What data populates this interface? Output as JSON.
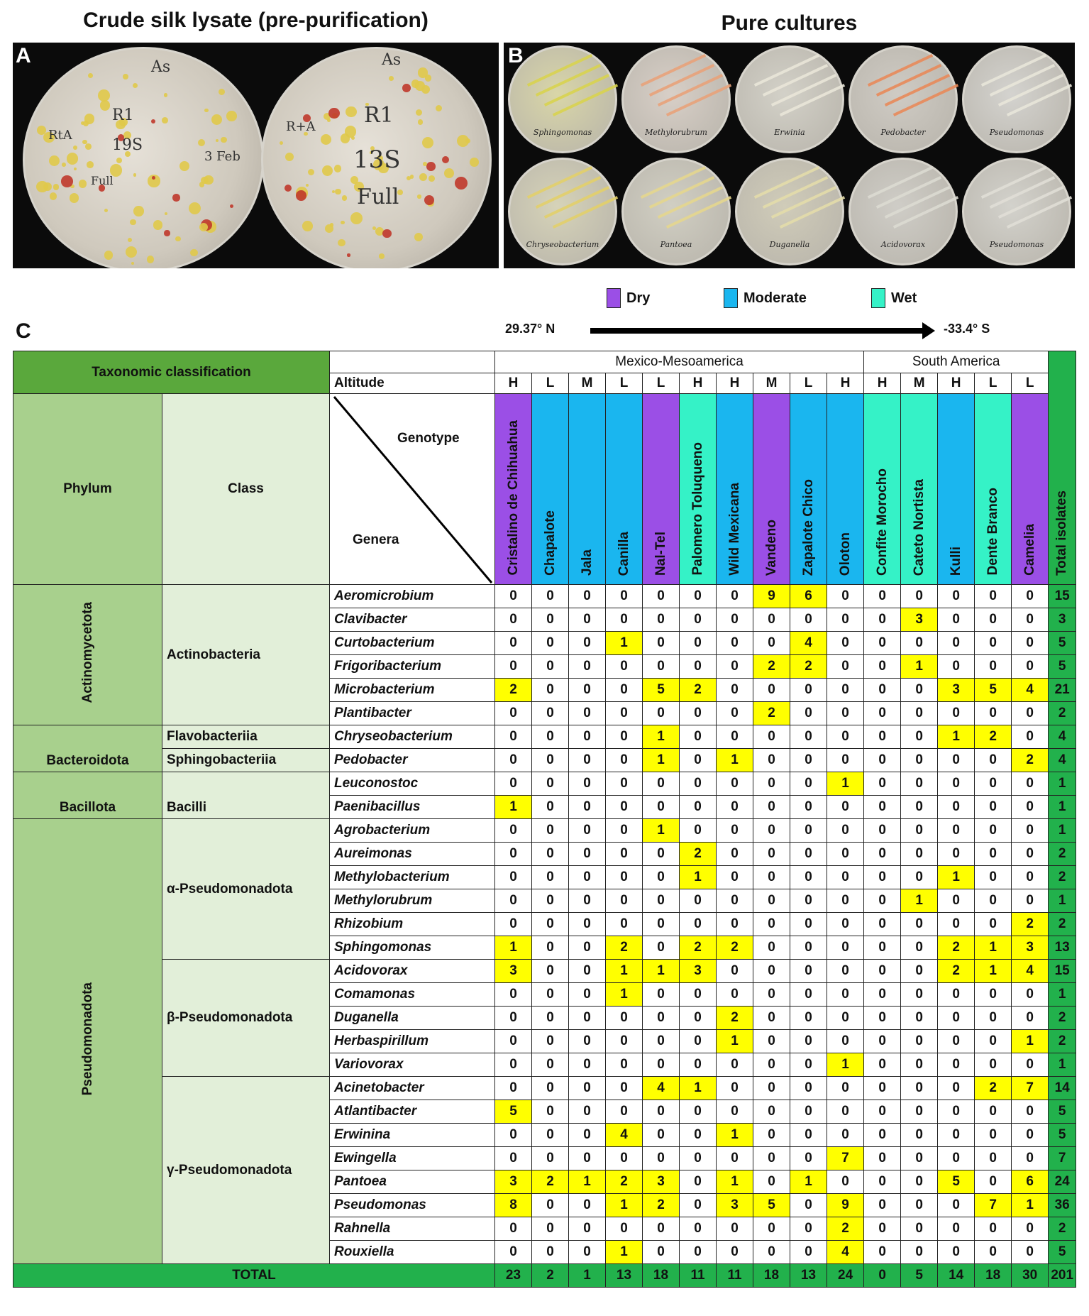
{
  "headings": {
    "crude": "Crude silk lysate (pre-purification)",
    "pure": "Pure cultures"
  },
  "panels": {
    "a": "A",
    "b": "B",
    "c": "C"
  },
  "panel_a_handwriting": {
    "plate1": [
      "As",
      "R1",
      "19S",
      "RtA",
      "Full",
      "3 Feb"
    ],
    "plate2": [
      "As",
      "R1",
      "13S",
      "Full",
      "R+A"
    ]
  },
  "pure_cultures": [
    "Sphingomonas",
    "Methylorubrum",
    "Erwinia",
    "Pedobacter",
    "Pseudomonas",
    "Chryseobacterium",
    "Pantoea",
    "Duganella",
    "Acidovorax",
    "Pseudomonas"
  ],
  "legend": [
    {
      "label": "Dry",
      "color": "#9b4fe6"
    },
    {
      "label": "Moderate",
      "color": "#1ab6ef"
    },
    {
      "label": "Wet",
      "color": "#35f2c7"
    }
  ],
  "gradient": {
    "start": "29.37° N",
    "end": "-33.4° S"
  },
  "table": {
    "tax_header": "Taxonomic classification",
    "altitude_label": "Altitude",
    "region_mexico": "Mexico-Mesoamerica",
    "region_south": "South America",
    "phylum_header": "Phylum",
    "class_header": "Class",
    "genotype_label": "Genotype",
    "genera_label": "Genera",
    "total_isolates": "Total isolates",
    "total_label": "TOTAL",
    "genotypes": [
      {
        "name": "Cristalino de Chihuahua",
        "alt": "H",
        "env": "dry"
      },
      {
        "name": "Chapalote",
        "alt": "L",
        "env": "mod"
      },
      {
        "name": "Jala",
        "alt": "M",
        "env": "mod"
      },
      {
        "name": "Canilla",
        "alt": "L",
        "env": "mod"
      },
      {
        "name": "Nal-Tel",
        "alt": "L",
        "env": "dry"
      },
      {
        "name": "Palomero Toluqueno",
        "alt": "H",
        "env": "wet"
      },
      {
        "name": "Wild Mexicana",
        "alt": "H",
        "env": "mod"
      },
      {
        "name": "Vandeno",
        "alt": "M",
        "env": "dry"
      },
      {
        "name": "Zapalote Chico",
        "alt": "L",
        "env": "mod"
      },
      {
        "name": "Oloton",
        "alt": "H",
        "env": "mod"
      },
      {
        "name": "Confite Morocho",
        "alt": "H",
        "env": "wet"
      },
      {
        "name": "Cateto Nortista",
        "alt": "M",
        "env": "wet"
      },
      {
        "name": "Kulli",
        "alt": "H",
        "env": "mod"
      },
      {
        "name": "Dente Branco",
        "alt": "L",
        "env": "wet"
      },
      {
        "name": "Camelia",
        "alt": "L",
        "env": "dry"
      }
    ],
    "phyla": [
      {
        "name": "Actinomycetota",
        "vertical": true,
        "rows": 6
      },
      {
        "name": "Bacteroidota",
        "vertical": false,
        "rows": 2
      },
      {
        "name": "Bacillota",
        "vertical": false,
        "rows": 2
      },
      {
        "name": "Pseudomonadota",
        "vertical": true,
        "rows": 19
      }
    ],
    "classes": [
      {
        "name": "Actinobacteria",
        "rows": 6
      },
      {
        "name": "Flavobacteriia",
        "rows": 1
      },
      {
        "name": "Sphingobacteriia",
        "rows": 1
      },
      {
        "name": "Bacilli",
        "rows": 2
      },
      {
        "name": "α-Pseudomonadota",
        "rows": 6
      },
      {
        "name": "β-Pseudomonadota",
        "rows": 5
      },
      {
        "name": "γ-Pseudomonadota",
        "rows": 8
      }
    ],
    "rows": [
      {
        "genus": "Aeromicrobium",
        "values": [
          0,
          0,
          0,
          0,
          0,
          0,
          0,
          9,
          6,
          0,
          0,
          0,
          0,
          0,
          0
        ],
        "total": 15
      },
      {
        "genus": "Clavibacter",
        "values": [
          0,
          0,
          0,
          0,
          0,
          0,
          0,
          0,
          0,
          0,
          0,
          3,
          0,
          0,
          0
        ],
        "total": 3
      },
      {
        "genus": "Curtobacterium",
        "values": [
          0,
          0,
          0,
          1,
          0,
          0,
          0,
          0,
          4,
          0,
          0,
          0,
          0,
          0,
          0
        ],
        "total": 5
      },
      {
        "genus": "Frigoribacterium",
        "values": [
          0,
          0,
          0,
          0,
          0,
          0,
          0,
          2,
          2,
          0,
          0,
          1,
          0,
          0,
          0
        ],
        "total": 5
      },
      {
        "genus": "Microbacterium",
        "values": [
          2,
          0,
          0,
          0,
          5,
          2,
          0,
          0,
          0,
          0,
          0,
          0,
          3,
          5,
          4
        ],
        "total": 21
      },
      {
        "genus": "Plantibacter",
        "values": [
          0,
          0,
          0,
          0,
          0,
          0,
          0,
          2,
          0,
          0,
          0,
          0,
          0,
          0,
          0
        ],
        "total": 2
      },
      {
        "genus": "Chryseobacterium",
        "values": [
          0,
          0,
          0,
          0,
          1,
          0,
          0,
          0,
          0,
          0,
          0,
          0,
          1,
          2,
          0
        ],
        "total": 4
      },
      {
        "genus": "Pedobacter",
        "values": [
          0,
          0,
          0,
          0,
          1,
          0,
          1,
          0,
          0,
          0,
          0,
          0,
          0,
          0,
          2
        ],
        "total": 4
      },
      {
        "genus": "Leuconostoc",
        "values": [
          0,
          0,
          0,
          0,
          0,
          0,
          0,
          0,
          0,
          1,
          0,
          0,
          0,
          0,
          0
        ],
        "total": 1
      },
      {
        "genus": "Paenibacillus",
        "values": [
          1,
          0,
          0,
          0,
          0,
          0,
          0,
          0,
          0,
          0,
          0,
          0,
          0,
          0,
          0
        ],
        "total": 1
      },
      {
        "genus": "Agrobacterium",
        "values": [
          0,
          0,
          0,
          0,
          1,
          0,
          0,
          0,
          0,
          0,
          0,
          0,
          0,
          0,
          0
        ],
        "total": 1
      },
      {
        "genus": "Aureimonas",
        "values": [
          0,
          0,
          0,
          0,
          0,
          2,
          0,
          0,
          0,
          0,
          0,
          0,
          0,
          0,
          0
        ],
        "total": 2
      },
      {
        "genus": "Methylobacterium",
        "values": [
          0,
          0,
          0,
          0,
          0,
          1,
          0,
          0,
          0,
          0,
          0,
          0,
          1,
          0,
          0
        ],
        "total": 2
      },
      {
        "genus": "Methylorubrum",
        "values": [
          0,
          0,
          0,
          0,
          0,
          0,
          0,
          0,
          0,
          0,
          0,
          1,
          0,
          0,
          0
        ],
        "total": 1
      },
      {
        "genus": "Rhizobium",
        "values": [
          0,
          0,
          0,
          0,
          0,
          0,
          0,
          0,
          0,
          0,
          0,
          0,
          0,
          0,
          2
        ],
        "total": 2
      },
      {
        "genus": "Sphingomonas",
        "values": [
          1,
          0,
          0,
          2,
          0,
          2,
          2,
          0,
          0,
          0,
          0,
          0,
          2,
          1,
          3
        ],
        "total": 13
      },
      {
        "genus": "Acidovorax",
        "values": [
          3,
          0,
          0,
          1,
          1,
          3,
          0,
          0,
          0,
          0,
          0,
          0,
          2,
          1,
          4
        ],
        "total": 15
      },
      {
        "genus": "Comamonas",
        "values": [
          0,
          0,
          0,
          1,
          0,
          0,
          0,
          0,
          0,
          0,
          0,
          0,
          0,
          0,
          0
        ],
        "total": 1
      },
      {
        "genus": "Duganella",
        "values": [
          0,
          0,
          0,
          0,
          0,
          0,
          2,
          0,
          0,
          0,
          0,
          0,
          0,
          0,
          0
        ],
        "total": 2
      },
      {
        "genus": "Herbaspirillum",
        "values": [
          0,
          0,
          0,
          0,
          0,
          0,
          1,
          0,
          0,
          0,
          0,
          0,
          0,
          0,
          1
        ],
        "total": 2
      },
      {
        "genus": "Variovorax",
        "values": [
          0,
          0,
          0,
          0,
          0,
          0,
          0,
          0,
          0,
          1,
          0,
          0,
          0,
          0,
          0
        ],
        "total": 1
      },
      {
        "genus": "Acinetobacter",
        "values": [
          0,
          0,
          0,
          0,
          4,
          1,
          0,
          0,
          0,
          0,
          0,
          0,
          0,
          2,
          7
        ],
        "total": 14
      },
      {
        "genus": "Atlantibacter",
        "values": [
          5,
          0,
          0,
          0,
          0,
          0,
          0,
          0,
          0,
          0,
          0,
          0,
          0,
          0,
          0
        ],
        "total": 5
      },
      {
        "genus": "Erwinina",
        "values": [
          0,
          0,
          0,
          4,
          0,
          0,
          1,
          0,
          0,
          0,
          0,
          0,
          0,
          0,
          0
        ],
        "total": 5
      },
      {
        "genus": "Ewingella",
        "values": [
          0,
          0,
          0,
          0,
          0,
          0,
          0,
          0,
          0,
          7,
          0,
          0,
          0,
          0,
          0
        ],
        "total": 7
      },
      {
        "genus": "Pantoea",
        "values": [
          3,
          2,
          1,
          2,
          3,
          0,
          1,
          0,
          1,
          0,
          0,
          0,
          5,
          0,
          6
        ],
        "total": 24
      },
      {
        "genus": "Pseudomonas",
        "values": [
          8,
          0,
          0,
          1,
          2,
          0,
          3,
          5,
          0,
          9,
          0,
          0,
          0,
          7,
          1
        ],
        "total": 36
      },
      {
        "genus": "Rahnella",
        "values": [
          0,
          0,
          0,
          0,
          0,
          0,
          0,
          0,
          0,
          2,
          0,
          0,
          0,
          0,
          0
        ],
        "total": 2
      },
      {
        "genus": "Rouxiella",
        "values": [
          0,
          0,
          0,
          1,
          0,
          0,
          0,
          0,
          0,
          4,
          0,
          0,
          0,
          0,
          0
        ],
        "total": 5
      }
    ],
    "totals": [
      23,
      2,
      1,
      13,
      18,
      11,
      11,
      18,
      13,
      24,
      0,
      5,
      14,
      18,
      30
    ],
    "grand_total": 201
  }
}
